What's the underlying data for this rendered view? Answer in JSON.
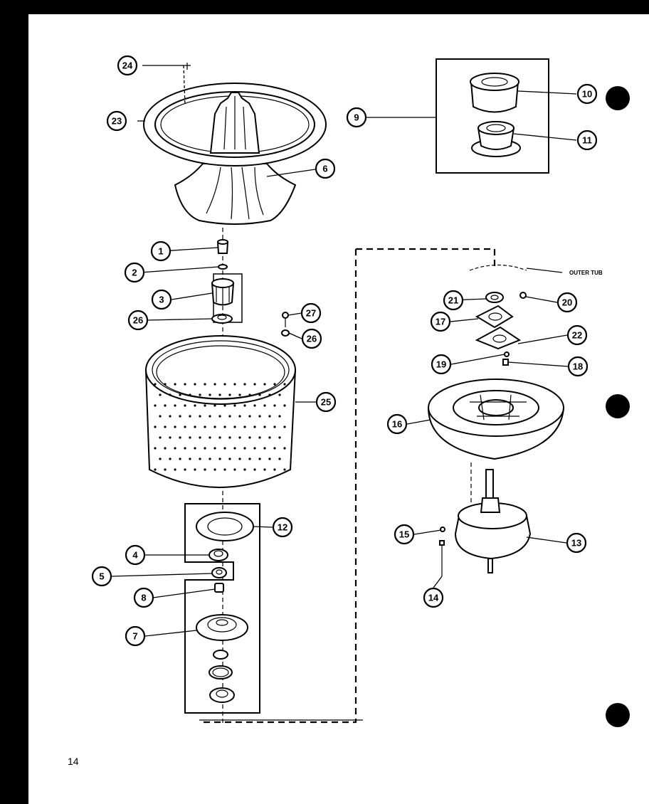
{
  "page": {
    "number": "14"
  },
  "annotations": {
    "outer_tub": "OUTER TUB"
  },
  "callouts": {
    "c24": "24",
    "c23": "23",
    "c6": "6",
    "c9": "9",
    "c10": "10",
    "c11": "11",
    "c1": "1",
    "c2": "2",
    "c3": "3",
    "c26a": "26",
    "c27": "27",
    "c26b": "26",
    "c25": "25",
    "c12": "12",
    "c4": "4",
    "c5": "5",
    "c8": "8",
    "c7": "7",
    "c21": "21",
    "c20": "20",
    "c17": "17",
    "c22": "22",
    "c19": "19",
    "c18": "18",
    "c16": "16",
    "c15": "15",
    "c13": "13",
    "c14": "14"
  }
}
